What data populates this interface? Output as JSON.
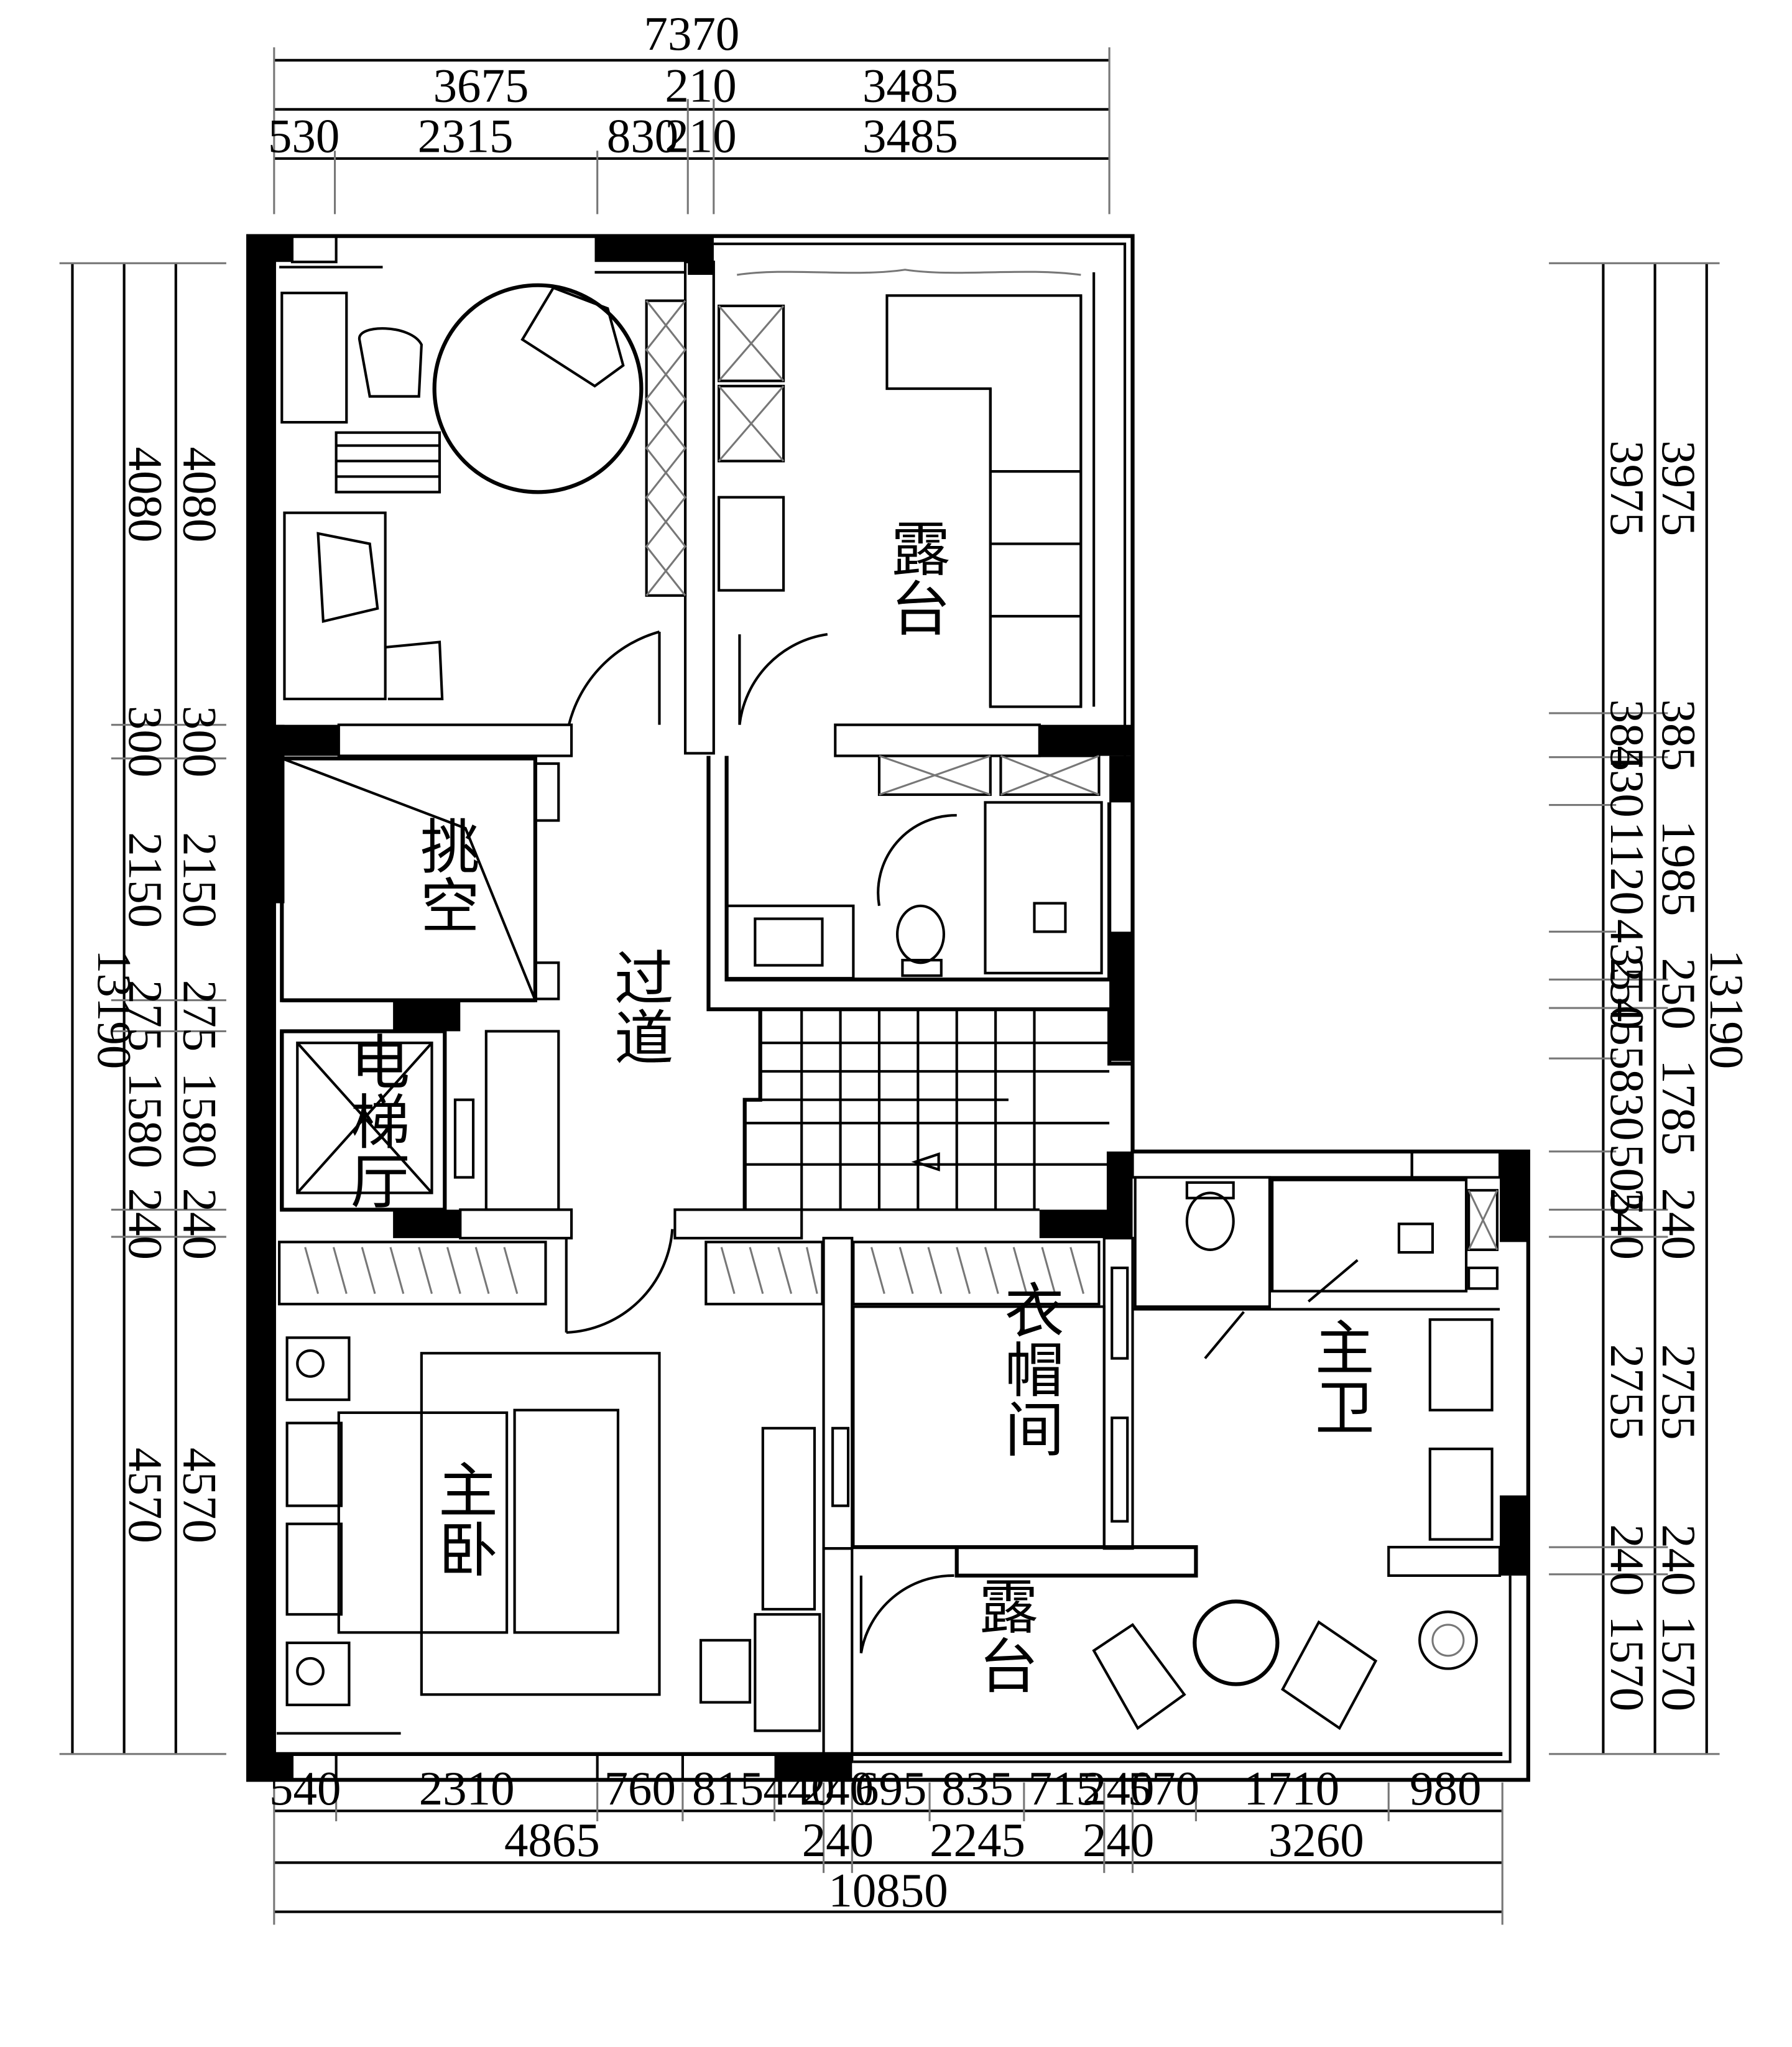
{
  "rooms": {
    "balcony_top": "露台",
    "void": "挑空",
    "corridor": "过道",
    "elevator_hall": "电梯厅",
    "master_bedroom": "主卧",
    "walk_in_closet": "衣帽间",
    "master_bath": "主卫",
    "balcony_bottom": "露台"
  },
  "dims": {
    "top": {
      "total": "7370",
      "row2": [
        "3675",
        "210",
        "3485"
      ],
      "row3": [
        "530",
        "2315",
        "830",
        "210",
        "3485"
      ]
    },
    "bottom": {
      "row1": [
        "540",
        "2310",
        "760",
        "815",
        "440",
        "240",
        "695",
        "835",
        "715",
        "240",
        "570",
        "1710",
        "980"
      ],
      "row2": [
        "4865",
        "240",
        "2245",
        "240",
        "3260"
      ],
      "total": "10850"
    },
    "left": {
      "total": "13190",
      "outer": [
        "4080",
        "300",
        "2150",
        "275",
        "1580",
        "240",
        "4570"
      ],
      "inner": [
        "4080",
        "300",
        "2150",
        "275",
        "1580",
        "240",
        "4570"
      ]
    },
    "right": {
      "total": "13190",
      "inner": [
        "3975",
        "385",
        "430",
        "1120",
        "435",
        "250",
        "455",
        "830",
        "505",
        "240",
        "2755",
        "240",
        "1570"
      ],
      "outer": [
        "3975",
        "385",
        "1985",
        "250",
        "1785",
        "240",
        "2755",
        "240",
        "1570"
      ]
    }
  }
}
